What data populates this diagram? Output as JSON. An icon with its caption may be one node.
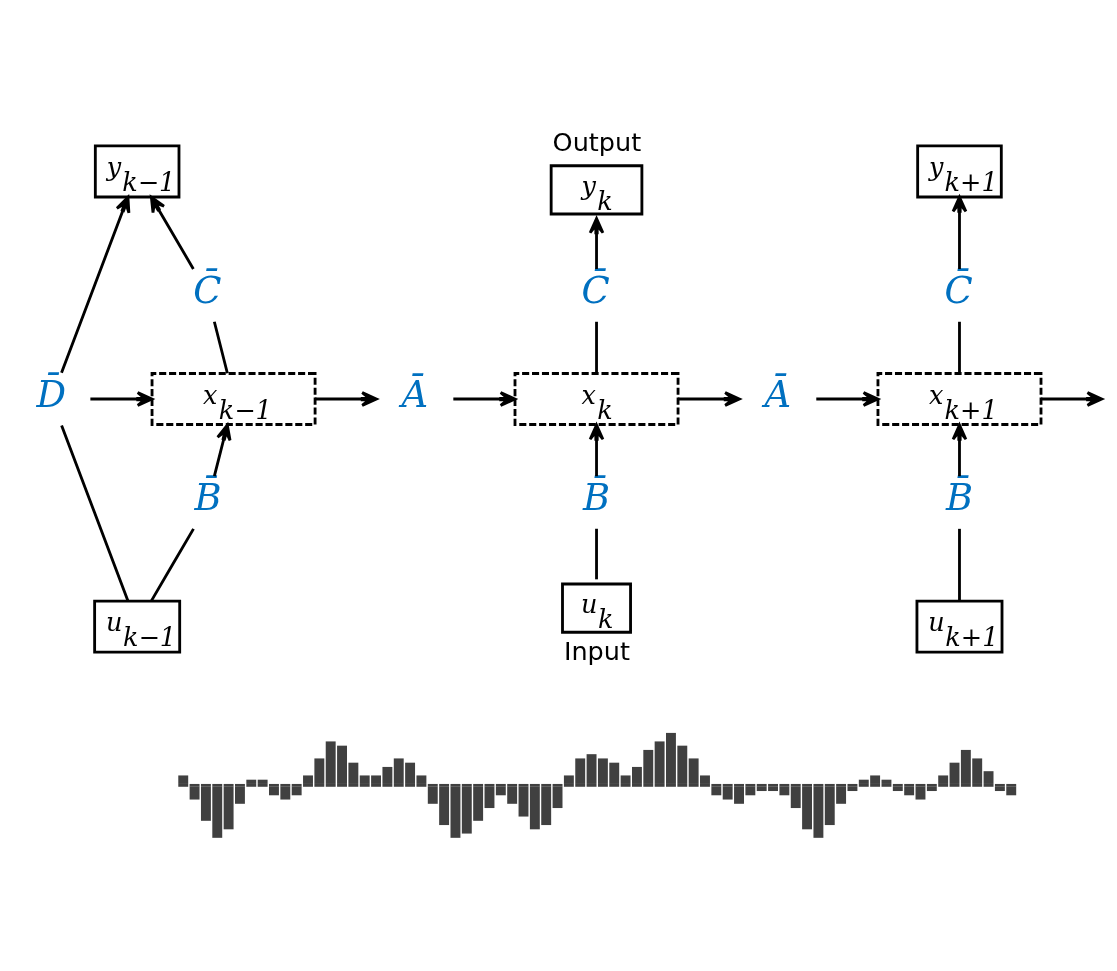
{
  "diagram": {
    "nodes": [
      {
        "text": [
          "y$_{k−1}$"
        ]
      },
      {
        "text": [
          "y$_{k}$"
        ],
        "beside": [
          "Output"
        ]
      },
      {
        "text": [
          "y$_{k+1}$"
        ]
      },
      {
        "text": [
          "C̄"
        ]
      },
      {
        "text": [
          "C̄"
        ]
      },
      {
        "text": [
          "C̄"
        ]
      },
      {
        "text": [
          "D̄"
        ]
      },
      {
        "text": [
          "x$_{k−1}$"
        ]
      },
      {
        "text": [
          "Ā"
        ]
      },
      {
        "text": [
          "x$_{k}$"
        ]
      },
      {
        "text": [
          "Ā"
        ]
      },
      {
        "text": [
          "x$_{k+1}$"
        ]
      },
      {
        "text": [
          "B̄"
        ]
      },
      {
        "text": [
          "B̄"
        ]
      },
      {
        "text": [
          "B̄"
        ]
      },
      {
        "text": [
          "u$_{k−1}$"
        ]
      },
      {
        "text": [
          "u$_{k}$"
        ],
        "beside": [
          "Input"
        ]
      },
      {
        "text": [
          "u$_{k+1}$"
        ]
      },
      {
        "text": [],
        "shape": "picture"
      }
    ],
    "edges": [
      {
        "from": 7,
        "to": 3,
        "arrow": "none"
      },
      {
        "from": 3,
        "to": 0,
        "arrow": "to"
      },
      {
        "from": 9,
        "to": 4,
        "arrow": "none"
      },
      {
        "from": 4,
        "to": 1,
        "arrow": "to"
      },
      {
        "from": 11,
        "to": 5,
        "arrow": "none"
      },
      {
        "from": 5,
        "to": 2,
        "arrow": "to"
      },
      {
        "from": 15,
        "to": 12,
        "arrow": "none"
      },
      {
        "from": 12,
        "to": 7,
        "arrow": "to"
      },
      {
        "from": 16,
        "to": 13,
        "arrow": "none"
      },
      {
        "from": 13,
        "to": 9,
        "arrow": "to"
      },
      {
        "from": 17,
        "to": 14,
        "arrow": "none"
      },
      {
        "from": 14,
        "to": 11,
        "arrow": "to"
      },
      {
        "from": 6,
        "to": 7,
        "arrow": "to"
      },
      {
        "from": 7,
        "to": 8,
        "arrow": "to"
      },
      {
        "from": 8,
        "to": 9,
        "arrow": "to"
      },
      {
        "from": 9,
        "to": 10,
        "arrow": "to"
      },
      {
        "from": 10,
        "to": 11,
        "arrow": "to"
      },
      {
        "from": 11,
        "to": null,
        "arrow": "to"
      },
      {
        "from": 6,
        "to": 0,
        "arrow": "to"
      },
      {
        "from": 15,
        "to": 6,
        "arrow": "none"
      }
    ]
  }
}
